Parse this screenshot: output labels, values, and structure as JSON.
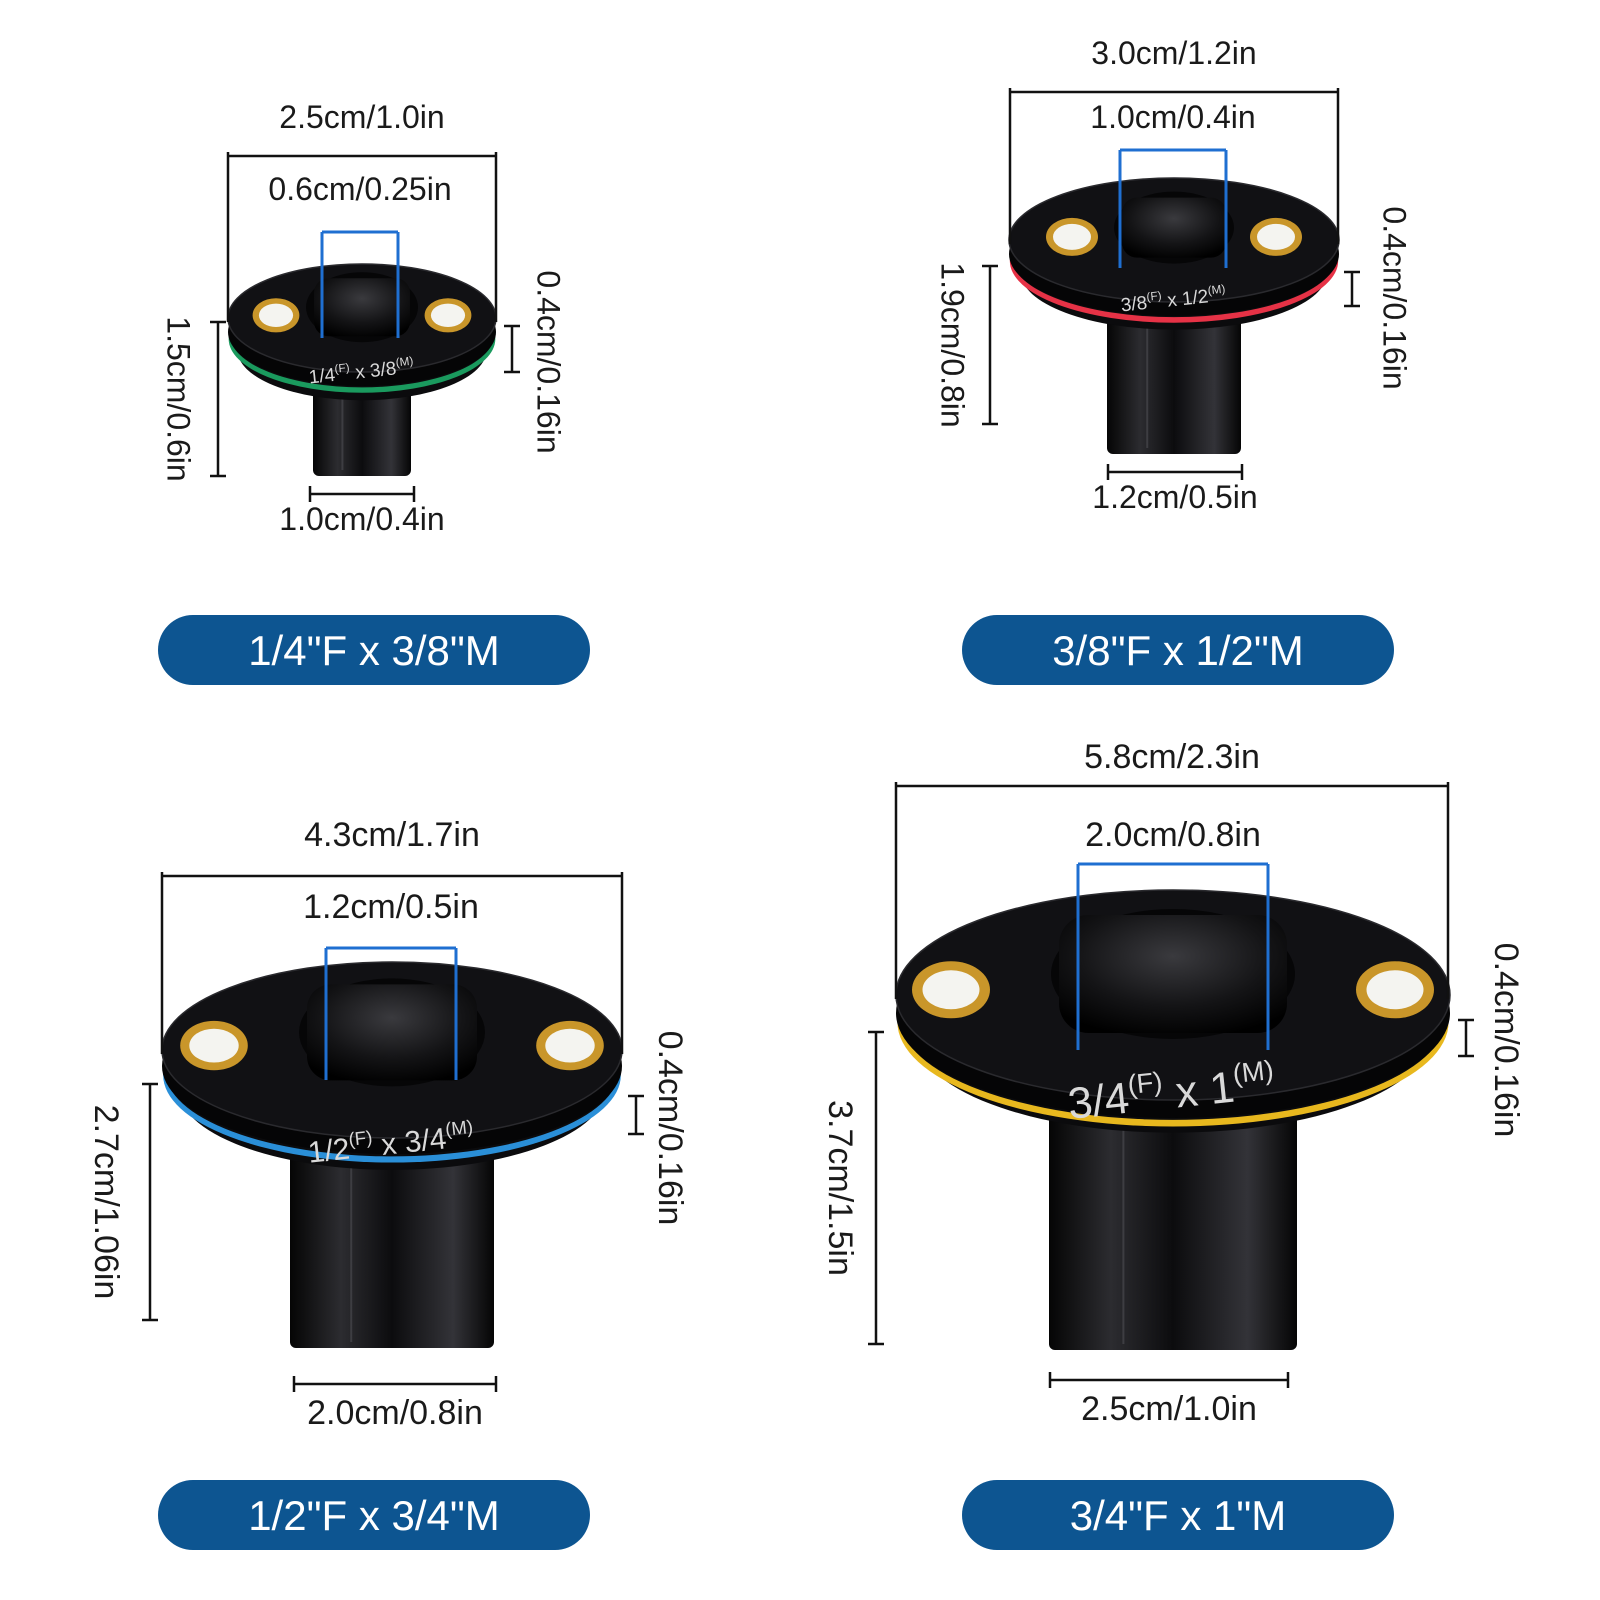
{
  "colors": {
    "pill": "#0d5591",
    "body": "#0b0b0d",
    "ring_green": "#1a9a5e",
    "ring_red": "#e63246",
    "ring_blue": "#2a8fd8",
    "ring_gold": "#e8b81e",
    "stud": "#c9962a"
  },
  "adapters": [
    {
      "id": "a1",
      "pill_label": "1/4\"F x 3/8\"M",
      "engraving": {
        "left": "1/4",
        "left_sup": "(F)",
        "mid": " x 3/8",
        "right_sup": "(M)"
      },
      "ring_color": "ring_green",
      "dims": {
        "outer": "2.5cm/1.0in",
        "inner": "0.6cm/0.25in",
        "height": "1.5cm/0.6in",
        "ring": "0.4cm/0.16in",
        "base": "1.0cm/0.4in"
      }
    },
    {
      "id": "a2",
      "pill_label": "3/8\"F x 1/2\"M",
      "engraving": {
        "left": "3/8",
        "left_sup": "(F)",
        "mid": " x 1/2",
        "right_sup": "(M)"
      },
      "ring_color": "ring_red",
      "dims": {
        "outer": "3.0cm/1.2in",
        "inner": "1.0cm/0.4in",
        "height": "1.9cm/0.8in",
        "ring": "0.4cm/0.16in",
        "base": "1.2cm/0.5in"
      }
    },
    {
      "id": "a3",
      "pill_label": "1/2\"F x 3/4\"M",
      "engraving": {
        "left": "1/2",
        "left_sup": "(F)",
        "mid": " x 3/4",
        "right_sup": "(M)"
      },
      "ring_color": "ring_blue",
      "dims": {
        "outer": "4.3cm/1.7in",
        "inner": "1.2cm/0.5in",
        "height": "2.7cm/1.06in",
        "ring": "0.4cm/0.16in",
        "base": "2.0cm/0.8in"
      }
    },
    {
      "id": "a4",
      "pill_label": "3/4\"F x 1\"M",
      "engraving": {
        "left": "3/4",
        "left_sup": "(F)",
        "mid": " x 1",
        "right_sup": "(M)"
      },
      "ring_color": "ring_gold",
      "dims": {
        "outer": "5.8cm/2.3in",
        "inner": "2.0cm/0.8in",
        "height": "3.7cm/1.5in",
        "ring": "0.4cm/0.16in",
        "base": "2.5cm/1.0in"
      }
    }
  ]
}
